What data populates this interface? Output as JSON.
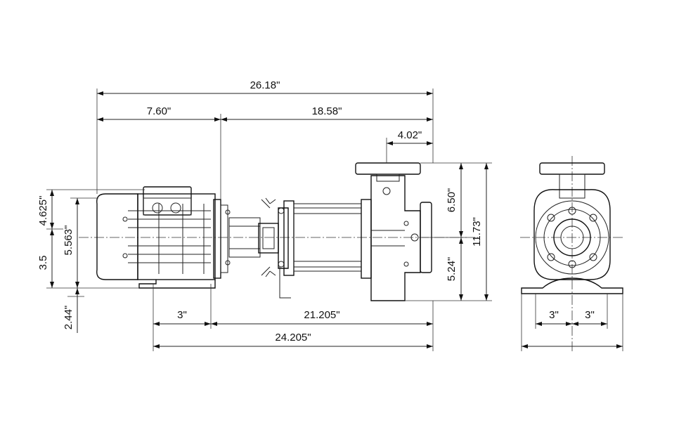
{
  "drawing": {
    "dimensions": {
      "overall_length": "26.18\"",
      "motor_length": "7.60\"",
      "pump_length": "18.58\"",
      "suction_flange": "4.02\"",
      "upper_height": "6.50\"",
      "total_height": "11.73\"",
      "lower_height": "5.24\"",
      "motor_top": "4.625\"",
      "motor_height": "5.563\"",
      "motor_bottom": "3.5",
      "base_height": "2.44\"",
      "foot_offset": "3\"",
      "foot_span": "21.205\"",
      "base_length": "24.205\"",
      "end_foot_left": "3\"",
      "end_foot_right": "3\""
    }
  }
}
